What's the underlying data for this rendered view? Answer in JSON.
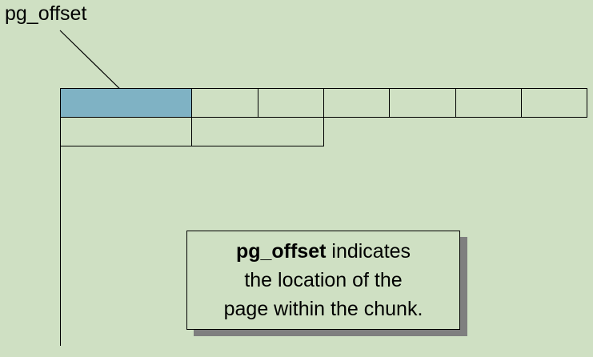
{
  "diagram": {
    "field_label": "pg_offset",
    "note": {
      "term": "pg_offset",
      "line1_rest": " indicates",
      "line2": "the location of the",
      "line3": "page within the chunk."
    },
    "colors": {
      "background": "#cfe0c3",
      "highlight": "#7fb2c4",
      "stroke": "#000000",
      "shadow": "#7f7f7f"
    }
  }
}
